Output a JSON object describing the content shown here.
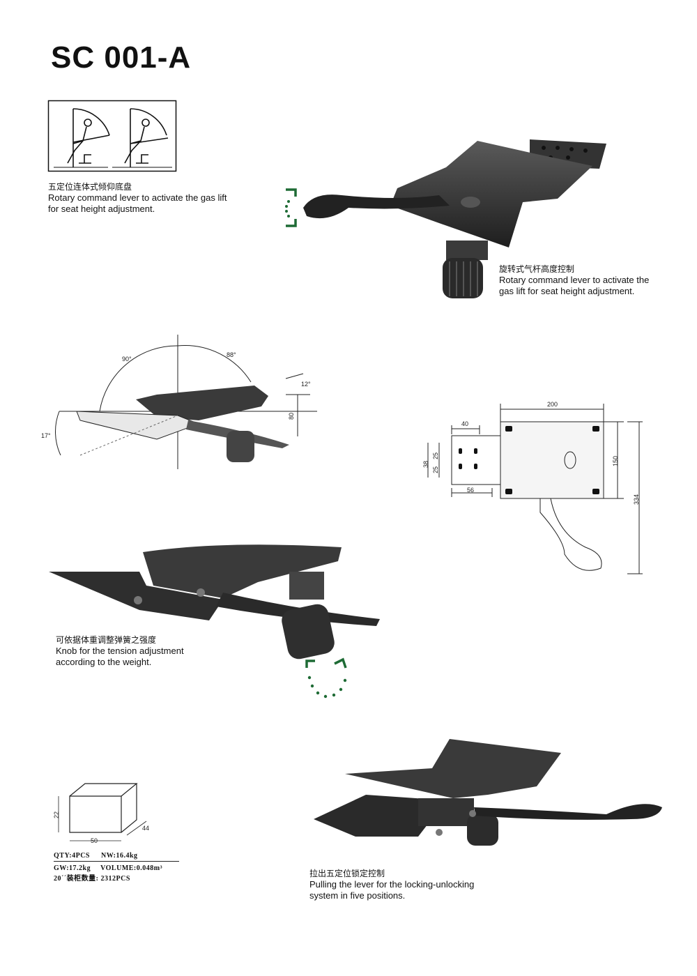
{
  "title": "SC 001-A",
  "captions": {
    "top_left": {
      "zh": "五定位连体式倾仰底盘",
      "line1": "Rotary command lever to activate the gas lift",
      "line2": "for seat height adjustment."
    },
    "top_right": {
      "zh": "旋转式气杆高度控制",
      "line1": "Rotary command lever to activate the",
      "line2": "gas lift for seat height adjustment."
    },
    "middle_left": {
      "zh": "可依据体重调整弹簧之强度",
      "line1": "Knob for the tension adjustment",
      "line2": "according to the weight."
    },
    "bottom_right": {
      "zh": "拉出五定位锁定控制",
      "line1": "Pulling the lever for the locking-unlocking",
      "line2": "system in five positions."
    }
  },
  "angle_diagram": {
    "a1": "90°",
    "a2": "88°",
    "a3": "12°",
    "a4": "17°",
    "d80": "80"
  },
  "plan_diagram": {
    "w200": "200",
    "h150": "150",
    "h334": "334",
    "d40": "40",
    "d56": "56",
    "d38": "38",
    "d25a": "25",
    "d25b": "25"
  },
  "carton": {
    "h": "22",
    "w": "50",
    "d": "44",
    "qty": "QTY:4PCS",
    "nw": "NW:16.4kg",
    "gw": "GW:17.2kg",
    "volume": "VOLUME:0.048m³",
    "container": "20´´装柜数量: 2312PCS"
  },
  "colors": {
    "accent_green": "#1e6b35",
    "part_dark": "#2a2a2a",
    "part_mid": "#4a4a4a"
  }
}
